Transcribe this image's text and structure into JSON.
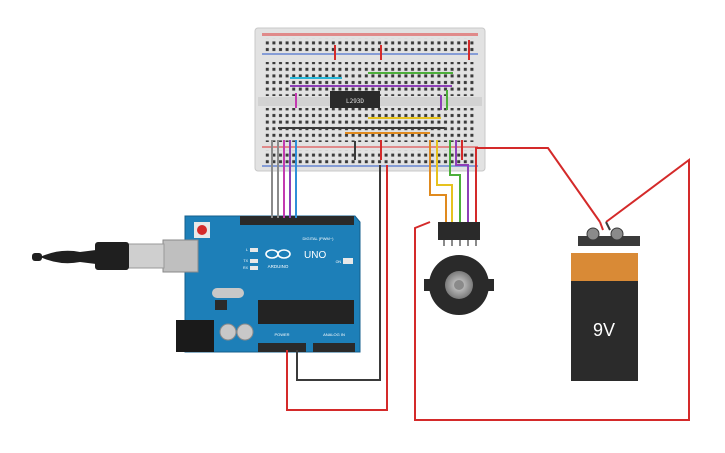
{
  "breadboard": {
    "chip_label": "L293D"
  },
  "arduino": {
    "logo_text": "ARDUINO",
    "model_text": "UNO",
    "digital_label": "DIGITAL (PWM~)",
    "power_label": "POWER",
    "analog_label": "ANALOG IN",
    "tx_label": "TX",
    "rx_label": "RX",
    "l_label": "L",
    "on_label": "ON"
  },
  "battery": {
    "voltage_label": "9V"
  },
  "colors": {
    "wire_red": "#d42a2a",
    "wire_black": "#3a3a3a",
    "wire_gray": "#8a8a8a",
    "wire_purple": "#8e3fb8",
    "wire_magenta": "#c33ab0",
    "wire_blue": "#2f8fd8",
    "wire_green": "#4caf3a",
    "wire_orange": "#e08a1e",
    "wire_yellow": "#e6c21e",
    "wire_cyan": "#27b5d6",
    "arduino_board": "#1d7fb8",
    "battery_top": "#d98a36",
    "battery_body": "#2b2b2b"
  }
}
